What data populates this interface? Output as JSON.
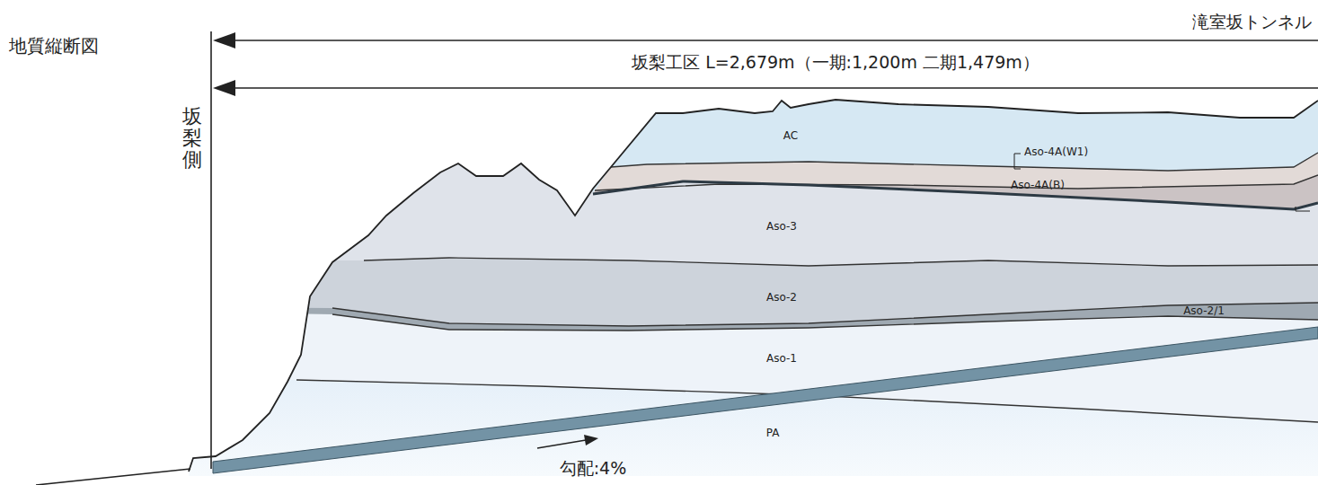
{
  "diagram": {
    "title": "地質縦断図",
    "labels": [
      "滝室坂トンネル",
      "坂梨工区 L=2,679m（一期:1,200m 二期1,479m）",
      "坂梨側",
      "AC",
      "Aso-4A(W1)",
      "Aso-4A(B)",
      "Aso-3",
      "Aso-2",
      "Aso-2/1",
      "Aso-1",
      "PA",
      "勾配:4%"
    ]
  }
}
